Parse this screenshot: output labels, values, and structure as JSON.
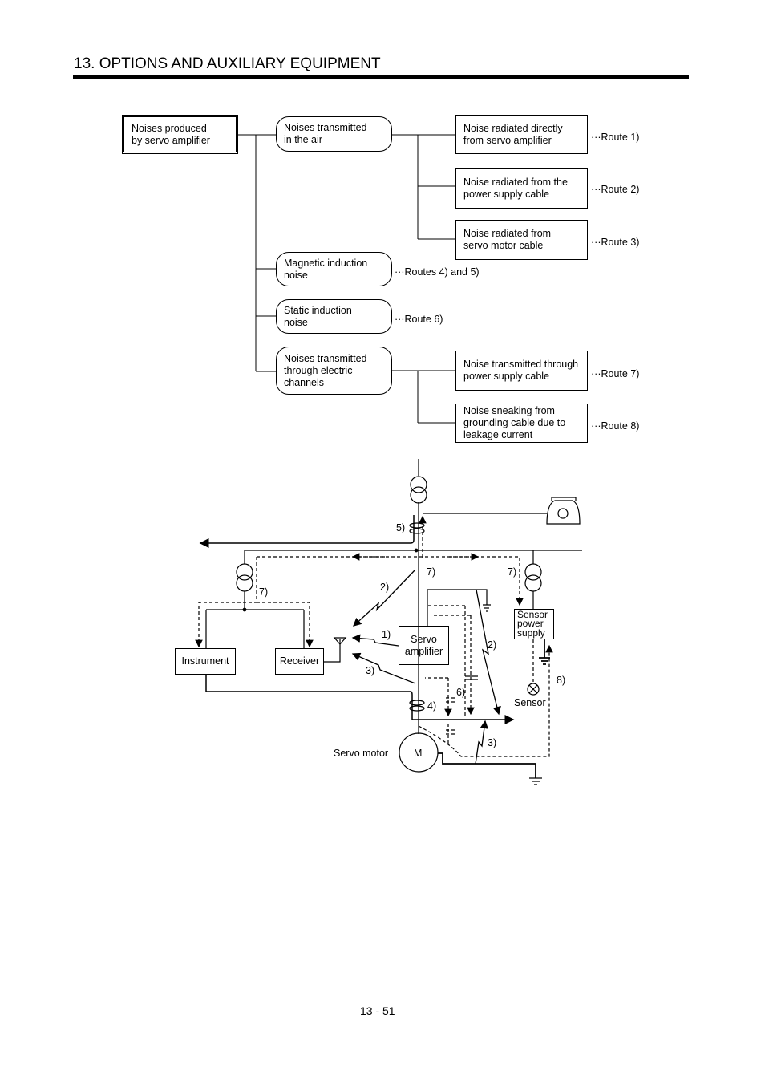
{
  "header": {
    "title": "13. OPTIONS AND AUXILIARY EQUIPMENT"
  },
  "tree": {
    "root": [
      "Noises produced",
      "by servo amplifier"
    ],
    "air": [
      "Noises transmitted",
      "in the air"
    ],
    "magnetic": [
      "Magnetic induction",
      "noise"
    ],
    "static": [
      "Static induction",
      "noise"
    ],
    "electric": [
      "Noises transmitted",
      "through electric",
      "channels"
    ],
    "r1": [
      "Noise radiated directly",
      "from servo amplifier"
    ],
    "r2": [
      "Noise radiated from the",
      "power supply cable"
    ],
    "r3": [
      "Noise radiated from",
      "servo motor cable"
    ],
    "r7": [
      "Noise transmitted through",
      "power supply cable"
    ],
    "r8": [
      "Noise sneaking from",
      "grounding cable due to",
      "leakage current"
    ],
    "routes": {
      "r1": "···Route 1)",
      "r2": "···Route 2)",
      "r3": "···Route 3)",
      "r45": "···Routes 4) and 5)",
      "r6": "···Route 6)",
      "r7": "···Route 7)",
      "r8": "···Route 8)"
    }
  },
  "diagram": {
    "instrument": "Instrument",
    "receiver": "Receiver",
    "servo_amp": [
      "Servo",
      "amplifier"
    ],
    "sensor_ps": [
      "Sensor",
      "power",
      "supply"
    ],
    "sensor": "Sensor",
    "servo_motor": "Servo motor",
    "motor_symbol": "M",
    "labels": {
      "l1": "1)",
      "l2a": "2)",
      "l2b": "2)",
      "l3a": "3)",
      "l3b": "3)",
      "l4": "4)",
      "l5": "5)",
      "l6": "6)",
      "l7a": "7)",
      "l7b": "7)",
      "l7c": "7)",
      "l8": "8)"
    }
  },
  "footer": {
    "page": "13 -  51"
  }
}
